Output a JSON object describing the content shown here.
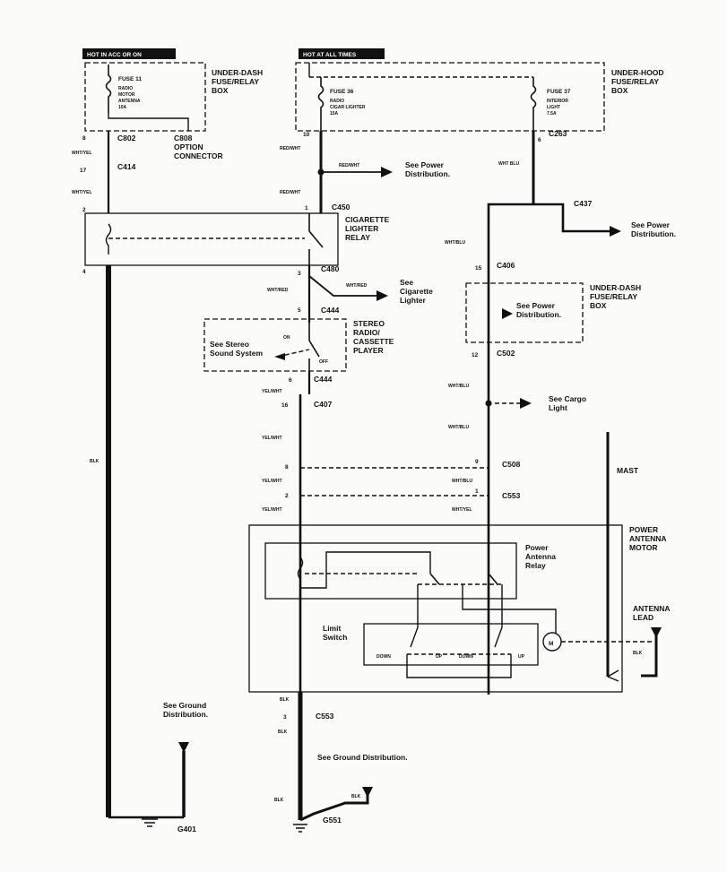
{
  "power_tags": {
    "hot_acc_on": "HOT IN ACC OR ON",
    "hot_all_times": "HOT AT ALL TIMES"
  },
  "boxes": {
    "under_dash_top": "UNDER-DASH FUSE/RELAY BOX",
    "under_hood": "UNDER-HOOD FUSE/RELAY BOX",
    "cig_relay": "CIGARETTE LIGHTER RELAY",
    "stereo": "STEREO RADIO/ CASSETTE PLAYER",
    "under_dash_mid": "UNDER-DASH FUSE/RELAY BOX",
    "power_antenna_motor": "POWER ANTENNA MOTOR"
  },
  "fuses": {
    "f11": {
      "name": "FUSE 11",
      "desc": "RADIO MOTOR ANTENNA 10A"
    },
    "f36": {
      "name": "FUSE 36",
      "desc": "RADIO CIGAR LIGHTER 15A"
    },
    "f37": {
      "name": "FUSE 37",
      "desc": "INTERIOR LIGHT 7.5A"
    }
  },
  "connectors": {
    "c802": "C802",
    "c808": "C808",
    "option": "OPTION CONNECTOR",
    "c414": "C414",
    "c450": "C450",
    "c480": "C480",
    "c444a": "C444",
    "c444b": "C444",
    "c407": "C407",
    "c263": "C263",
    "c437": "C437",
    "c406": "C406",
    "c502": "C502",
    "c508": "C508",
    "c553a": "C553",
    "c553b": "C553",
    "g401": "G401",
    "g551": "G551"
  },
  "pins": {
    "p8": "8",
    "p17": "17",
    "p2": "2",
    "p4": "4",
    "p10": "10",
    "p1": "1",
    "p3": "3",
    "p5": "5",
    "p6": "6",
    "p16": "16",
    "p8b": "8",
    "p2b": "2",
    "p6r": "6",
    "p15": "15",
    "p12": "12",
    "p9": "9",
    "p1b": "1",
    "p3b": "3"
  },
  "wires": {
    "wht_yel": "WHT/YEL",
    "wht_yel2": "WHT/YEL",
    "red_wht": "RED/WHT",
    "red_wht2": "RED/WHT",
    "red_wht3": "RED/WHT",
    "wht_blu": "WHT BLU",
    "wht_blu2": "WHT/BLU",
    "wht_blu3": "WHT/BLU",
    "wht_blu4": "WHT/BLU",
    "wht_red": "WHT/RED",
    "wht_red2": "WHT/RED",
    "yel_wht": "YEL/WHT",
    "yel_wht2": "YEL/WHT",
    "yel_wht3": "YEL/WHT",
    "yel_wht4": "YEL/WHT",
    "blk": "BLK",
    "blk2": "BLK",
    "blk3": "BLK",
    "blk4": "BLK",
    "blk5": "BLK",
    "blk6": "BLK",
    "wht_blu5": "WHT/BLU",
    "wht_yel3": "WHT/YEL"
  },
  "notes": {
    "see_power_dist": "See Power Distribution.",
    "see_power_dist2": "See Power Distribution.",
    "see_power_dist3": "See Power Distribution.",
    "see_cig": "See Cigarette Lighter",
    "see_stereo": "See Stereo Sound System",
    "see_cargo": "See Cargo Light",
    "see_ground": "See Ground Distribution.",
    "see_ground2": "See Ground Distribution."
  },
  "switch_labels": {
    "on": "ON",
    "off": "OFF",
    "up": "UP",
    "down": "DOWN",
    "up2": "UP",
    "down2": "DOWN"
  },
  "components": {
    "relay": "Power Antenna Relay",
    "limit": "Limit Switch",
    "motor": "M",
    "mast": "MAST",
    "antenna_lead": "ANTENNA LEAD"
  }
}
